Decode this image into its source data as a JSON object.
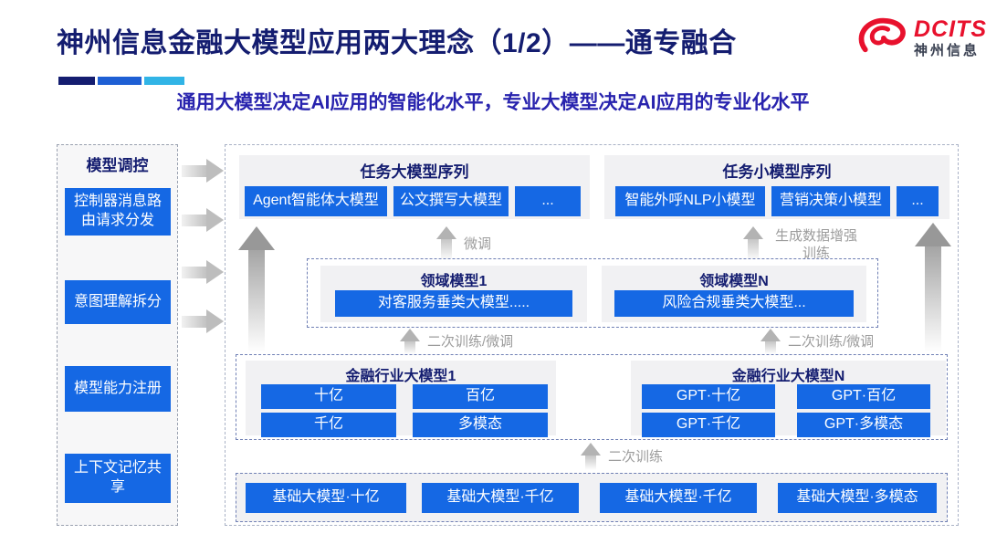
{
  "header": {
    "title": "神州信息金融大模型应用两大理念（1/2）——通专融合",
    "subtitle": "通用大模型决定AI应用的智能化水平，专业大模型决定AI应用的专业化水平",
    "logo": {
      "brand": "DCITS",
      "brand_cn": "神州信息"
    },
    "accent_colors": [
      "#141d70",
      "#1e5fd4",
      "#31b4e6"
    ]
  },
  "sidebar": {
    "title": "模型调控",
    "items": [
      {
        "label": "控制器消息路由请求分发"
      },
      {
        "label": "意图理解拆分"
      },
      {
        "label": "模型能力注册"
      },
      {
        "label": "上下文记忆共享"
      }
    ]
  },
  "diagram": {
    "task_large": {
      "title": "任务大模型序列",
      "items": [
        "Agent智能体大模型",
        "公文撰写大模型",
        "..."
      ]
    },
    "task_small": {
      "title": "任务小模型序列",
      "items": [
        "智能外呼NLP小模型",
        "营销决策小模型",
        "..."
      ]
    },
    "domain": {
      "panels": [
        {
          "title": "领域模型1",
          "item": "对客服务垂类大模型....."
        },
        {
          "title": "领域模型N",
          "item": "风险合规垂类大模型..."
        }
      ]
    },
    "industry": {
      "panels": [
        {
          "title": "金融行业大模型1",
          "items": [
            "十亿",
            "百亿",
            "千亿",
            "多模态"
          ]
        },
        {
          "title": "金融行业大模型N",
          "items": [
            "GPT·十亿",
            "GPT·百亿",
            "GPT·千亿",
            "GPT·多模态"
          ]
        }
      ]
    },
    "foundation": {
      "items": [
        "基础大模型·十亿",
        "基础大模型·千亿",
        "基础大模型·千亿",
        "基础大模型·多模态"
      ]
    },
    "labels": {
      "finetune": "微调",
      "augment_line1": "生成数据增强",
      "augment_line2": "训练",
      "secondary_finetune": "二次训练/微调",
      "secondary_training": "二次训练"
    },
    "colors": {
      "button_blue": "#1568e4",
      "header_navy": "#141d70",
      "panel_gray": "#f1f1f3"
    }
  }
}
